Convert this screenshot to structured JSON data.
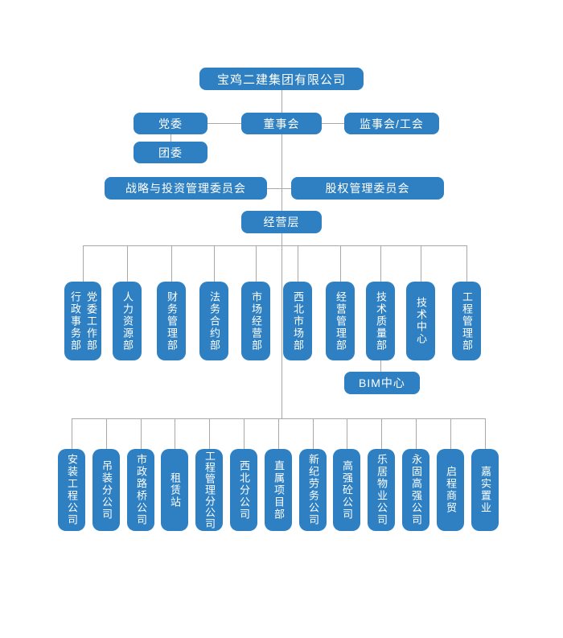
{
  "org": {
    "root": "宝鸡二建集团有限公司",
    "party_committee": "党委",
    "board": "董事会",
    "supervisory_union": "监事会/工会",
    "youth_league": "团委",
    "strategy_investment_committee": "战略与投资管理委员会",
    "equity_committee": "股权管理委员会",
    "management_layer": "经营层",
    "departments": [
      {
        "label": "党委工作部\n行政事务部"
      },
      {
        "label": "人力资源部"
      },
      {
        "label": "财务管理部"
      },
      {
        "label": "法务合约部"
      },
      {
        "label": "市场经营部"
      },
      {
        "label": "西北市场部"
      },
      {
        "label": "经营管理部"
      },
      {
        "label": "技术质量部"
      },
      {
        "label": "技术中心"
      },
      {
        "label": "工程管理部"
      }
    ],
    "bim_center": "BIM中心",
    "subsidiaries": [
      {
        "label": "安装工程公司"
      },
      {
        "label": "吊装分公司"
      },
      {
        "label": "市政路桥公司"
      },
      {
        "label": "租赁站"
      },
      {
        "label": "工程管理分公司"
      },
      {
        "label": "西北分公司"
      },
      {
        "label": "直属项目部"
      },
      {
        "label": "新纪劳务公司"
      },
      {
        "label": "高强砼公司"
      },
      {
        "label": "乐居物业公司"
      },
      {
        "label": "永固高强公司"
      },
      {
        "label": "启程商贸"
      },
      {
        "label": "嘉实置业"
      }
    ],
    "colors": {
      "node_fill": "#2e80c2",
      "node_text": "#ffffff",
      "connector": "#a8a8a8",
      "background": "#ffffff"
    }
  }
}
